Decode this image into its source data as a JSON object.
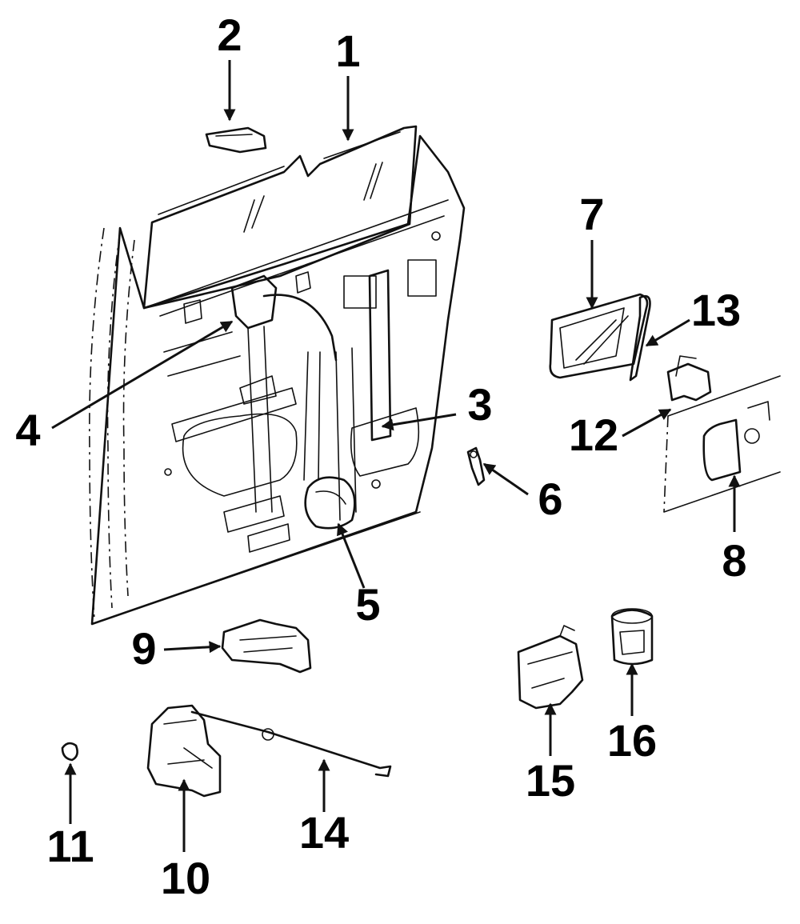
{
  "callouts": [
    {
      "id": "1",
      "label": "1"
    },
    {
      "id": "2",
      "label": "2"
    },
    {
      "id": "3",
      "label": "3"
    },
    {
      "id": "4",
      "label": "4"
    },
    {
      "id": "5",
      "label": "5"
    },
    {
      "id": "6",
      "label": "6"
    },
    {
      "id": "7",
      "label": "7"
    },
    {
      "id": "8",
      "label": "8"
    },
    {
      "id": "9",
      "label": "9"
    },
    {
      "id": "10",
      "label": "10"
    },
    {
      "id": "11",
      "label": "11"
    },
    {
      "id": "12",
      "label": "12"
    },
    {
      "id": "13",
      "label": "13"
    },
    {
      "id": "14",
      "label": "14"
    },
    {
      "id": "15",
      "label": "15"
    },
    {
      "id": "16",
      "label": "16"
    }
  ],
  "colors": {
    "ink": "#111111",
    "background": "#ffffff"
  }
}
